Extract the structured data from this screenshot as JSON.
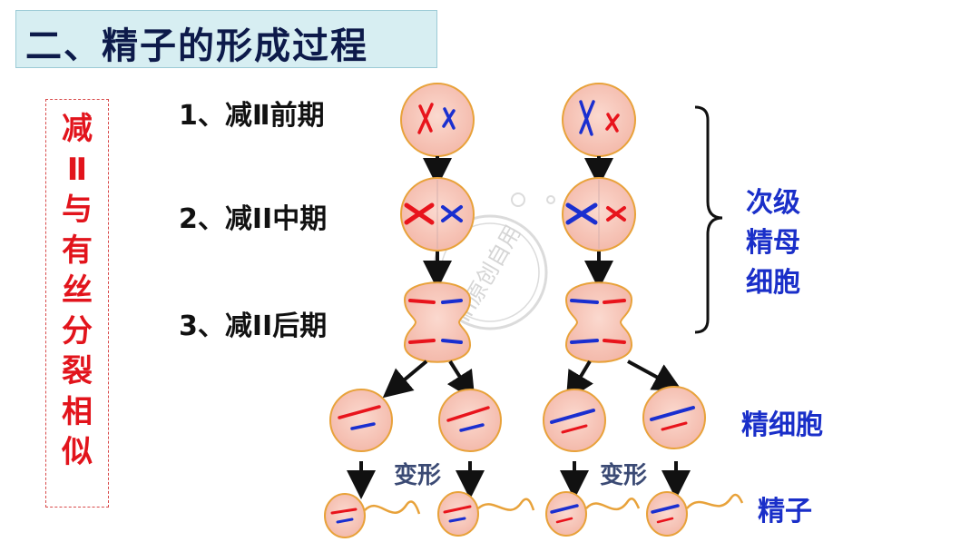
{
  "title": "二、精子的形成过程",
  "side_note": [
    "减",
    "Ⅱ",
    "与",
    "有",
    "丝",
    "分",
    "裂",
    "相",
    "似"
  ],
  "stages": [
    {
      "label": "1、减Ⅱ前期"
    },
    {
      "label": "2、减II中期"
    },
    {
      "label": "3、减II后期"
    }
  ],
  "brace_label": [
    "次级",
    "精母",
    "细胞"
  ],
  "spermatid_label": "精细胞",
  "sperm_label": "精子",
  "transform_label": "变形",
  "watermark": "lh原创自用",
  "colors": {
    "cell_fill": "#f7c9bd",
    "cell_border": "#e8a23a",
    "red": "#e8141c",
    "blue": "#1a2fd0",
    "label_blue": "#1a2fc9",
    "side_red": "#e2141c"
  }
}
